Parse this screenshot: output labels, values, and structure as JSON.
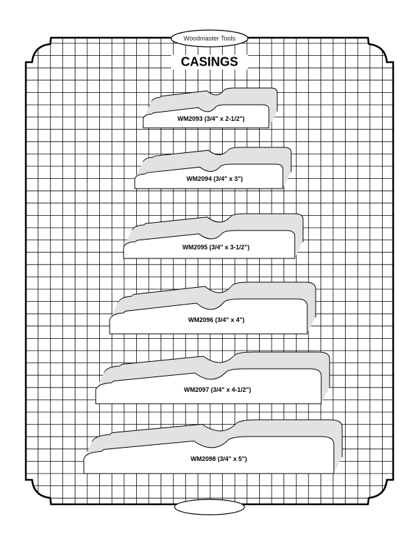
{
  "header": {
    "brand": "Woodmaster Tools",
    "title": "CASINGS"
  },
  "profiles": [
    {
      "label": "WM2093 (3/4\" x 2-1/2\")"
    },
    {
      "label": "WM2094 (3/4\" x 3\")"
    },
    {
      "label": "WM2095 (3/4\" x 3-1/2\")"
    },
    {
      "label": "WM2096 (3/4\" x 4\")"
    },
    {
      "label": "WM2097 (3/4\" x 4-1/2\")"
    },
    {
      "label": "WM2098 (3/4\" x 5\")"
    }
  ],
  "colors": {
    "grid": "#000000",
    "shade": "#e2e2e2"
  }
}
